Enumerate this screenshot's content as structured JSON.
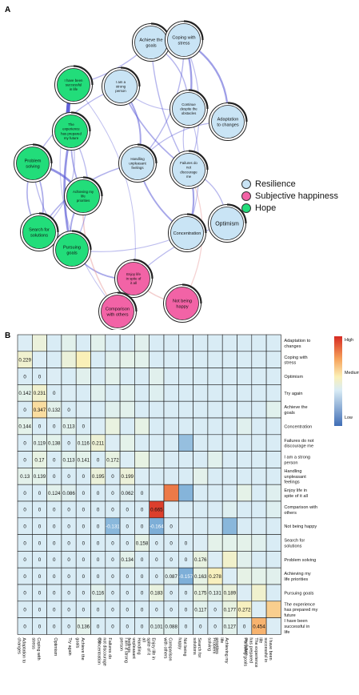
{
  "panels": {
    "a_label": "A",
    "b_label": "B"
  },
  "legend": [
    {
      "label": "Resilience",
      "color": "#c9e4f5"
    },
    {
      "label": "Subjective happiness",
      "color": "#f263a6"
    },
    {
      "label": "Hope",
      "color": "#22dd7a"
    }
  ],
  "nodes": [
    {
      "id": "achieve",
      "label": "Achieve the goals",
      "group": "Resilience"
    },
    {
      "id": "coping",
      "label": "Coping with stress",
      "group": "Resilience"
    },
    {
      "id": "adaptation",
      "label": "Adaptation to changes",
      "group": "Resilience"
    },
    {
      "id": "strong",
      "label": "I am a strong person",
      "group": "Resilience"
    },
    {
      "id": "continue",
      "label": "Continue despite the obstacles",
      "group": "Resilience"
    },
    {
      "id": "handling",
      "label": "Handling unpleasant feelings",
      "group": "Resilience"
    },
    {
      "id": "failures",
      "label": "Failures do not discourage me",
      "group": "Resilience"
    },
    {
      "id": "concentration",
      "label": "Concentration",
      "group": "Resilience"
    },
    {
      "id": "optimism",
      "label": "Optimism",
      "group": "Resilience"
    },
    {
      "id": "successful",
      "label": "I have been successful in life",
      "group": "Hope"
    },
    {
      "id": "experience",
      "label": "The experience has prepared my future",
      "group": "Hope"
    },
    {
      "id": "problem",
      "label": "Problem solving",
      "group": "Hope"
    },
    {
      "id": "priorities",
      "label": "Achieving my life priorities",
      "group": "Hope"
    },
    {
      "id": "search",
      "label": "Search for solutions",
      "group": "Hope"
    },
    {
      "id": "pursuing",
      "label": "Pursuing goals",
      "group": "Hope"
    },
    {
      "id": "enjoy",
      "label": "Enjoy life in spite of it all",
      "group": "Subjective happiness"
    },
    {
      "id": "comparison",
      "label": "Comparison with others",
      "group": "Subjective happiness"
    },
    {
      "id": "nothappy",
      "label": "Not being happy",
      "group": "Subjective happiness"
    }
  ],
  "edges": [
    {
      "from": "successful",
      "to": "experience",
      "weight": 0.454
    },
    {
      "from": "enjoy",
      "to": "comparison",
      "weight": 0.665
    },
    {
      "from": "coping",
      "to": "achieve",
      "weight": 0.347
    },
    {
      "from": "pursuing",
      "to": "experience",
      "weight": 0.272
    },
    {
      "from": "priorities",
      "to": "problem",
      "weight": 0.278
    },
    {
      "from": "coping",
      "to": "adaptation",
      "weight": 0.229
    },
    {
      "from": "continue",
      "to": "coping",
      "weight": 0.231
    },
    {
      "from": "failures",
      "to": "concentration",
      "weight": 0.211
    },
    {
      "from": "handling",
      "to": "strong",
      "weight": 0.199
    },
    {
      "from": "handling",
      "to": "concentration",
      "weight": 0.195
    },
    {
      "from": "pursuing",
      "to": "priorities",
      "weight": 0.189
    },
    {
      "from": "pursuing",
      "to": "enjoy",
      "weight": 0.183
    },
    {
      "from": "priorities",
      "to": "experience",
      "weight": 0.177
    },
    {
      "from": "search",
      "to": "problem",
      "weight": 0.176
    },
    {
      "from": "search",
      "to": "pursuing",
      "weight": 0.175
    },
    {
      "from": "strong",
      "to": "failures",
      "weight": 0.172
    },
    {
      "from": "nothappy",
      "to": "enjoy",
      "weight": -0.164
    },
    {
      "from": "problem",
      "to": "search",
      "weight": 0.163
    },
    {
      "from": "priorities",
      "to": "comparison",
      "weight": -0.157
    },
    {
      "from": "search",
      "to": "handling",
      "weight": 0.158
    },
    {
      "from": "continue",
      "to": "achieve",
      "weight": 0.142
    },
    {
      "from": "failures",
      "to": "achieve",
      "weight": 0.141
    },
    {
      "from": "handling",
      "to": "coping",
      "weight": 0.139
    },
    {
      "from": "failures",
      "to": "optimism",
      "weight": 0.138
    },
    {
      "from": "successful",
      "to": "achieve",
      "weight": 0.136
    },
    {
      "from": "problem",
      "to": "strong",
      "weight": 0.134
    },
    {
      "from": "nothappy",
      "to": "failures",
      "weight": -0.131
    },
    {
      "from": "problem",
      "to": "pursuing",
      "weight": 0.131
    },
    {
      "from": "handling",
      "to": "adaptation",
      "weight": 0.13
    },
    {
      "from": "pursuing",
      "to": "experience",
      "weight": 0.127
    },
    {
      "from": "enjoy",
      "to": "optimism",
      "weight": 0.124
    },
    {
      "from": "failures",
      "to": "coping",
      "weight": 0.119
    },
    {
      "from": "experience",
      "to": "search",
      "weight": 0.117
    },
    {
      "from": "pursuing",
      "to": "concentration",
      "weight": 0.116
    },
    {
      "from": "failures",
      "to": "continue",
      "weight": 0.116
    },
    {
      "from": "strong",
      "to": "continue",
      "weight": 0.113
    },
    {
      "from": "concentration",
      "to": "continue",
      "weight": 0.113
    },
    {
      "from": "successful",
      "to": "enjoy",
      "weight": 0.101
    },
    {
      "from": "successful",
      "to": "comparison",
      "weight": 0.088
    }
  ],
  "heatmap": {
    "legend_high": "High",
    "legend_medium": "Medium",
    "legend_low": "Low",
    "labels": [
      "Adaptation to changes",
      "Coping with stress",
      "Optimism",
      "Try again",
      "Achieve the goals",
      "Concentration",
      "Failures do not discourage me",
      "I am a strong person",
      "Handling unpleasant feelings",
      "Enjoy life in spite of it all",
      "Comparison with others",
      "Not being happy",
      "Search for solutions",
      "Problem solving",
      "Achieving my life priorities",
      "Pursuing goals",
      "The experience has prepared my future",
      "I have been successful in life"
    ],
    "rows": [
      [
        "",
        "",
        "",
        "",
        "",
        "",
        "",
        "",
        "",
        "",
        "",
        "",
        "",
        "",
        "",
        "",
        "",
        ""
      ],
      [
        "0.229",
        "",
        "",
        "",
        "",
        "",
        "",
        "",
        "",
        "",
        "",
        "",
        "",
        "",
        "",
        "",
        "",
        ""
      ],
      [
        "0",
        "0",
        "",
        "",
        "",
        "",
        "",
        "",
        "",
        "",
        "",
        "",
        "",
        "",
        "",
        "",
        "",
        ""
      ],
      [
        "0.142",
        "0.231",
        "0",
        "",
        "",
        "",
        "",
        "",
        "",
        "",
        "",
        "",
        "",
        "",
        "",
        "",
        "",
        ""
      ],
      [
        "0",
        "0.347",
        "0.132",
        "0",
        "",
        "",
        "",
        "",
        "",
        "",
        "",
        "",
        "",
        "",
        "",
        "",
        "",
        ""
      ],
      [
        "0.144",
        "0",
        "0",
        "0.113",
        "0",
        "",
        "",
        "",
        "",
        "",
        "",
        "",
        "",
        "",
        "",
        "",
        "",
        ""
      ],
      [
        "0",
        "0.119",
        "0.138",
        "0",
        "0.116",
        "0.211",
        "",
        "",
        "",
        "",
        "",
        "",
        "",
        "",
        "",
        "",
        "",
        ""
      ],
      [
        "0",
        "0.17",
        "0",
        "0.113",
        "0.141",
        "0",
        "0.172",
        "",
        "",
        "",
        "",
        "",
        "",
        "",
        "",
        "",
        "",
        ""
      ],
      [
        "0.13",
        "0.139",
        "0",
        "0",
        "0",
        "0.195",
        "0",
        "0.199",
        "",
        "",
        "",
        "",
        "",
        "",
        "",
        "",
        "",
        ""
      ],
      [
        "0",
        "0",
        "0.124",
        "0.086",
        "0",
        "0",
        "0",
        "0.062",
        "0",
        "",
        "",
        "",
        "",
        "",
        "",
        "",
        "",
        ""
      ],
      [
        "0",
        "0",
        "0",
        "0",
        "0",
        "0",
        "0",
        "0",
        "0",
        "0.665",
        "",
        "",
        "",
        "",
        "",
        "",
        "",
        ""
      ],
      [
        "0",
        "0",
        "0",
        "0",
        "0",
        "0",
        "-0.131",
        "0",
        "0",
        "-0.164",
        "0",
        "",
        "",
        "",
        "",
        "",
        "",
        ""
      ],
      [
        "0",
        "0",
        "0",
        "0",
        "0",
        "0",
        "0",
        "0",
        "0.158",
        "0",
        "0",
        "0",
        "",
        "",
        "",
        "",
        "",
        ""
      ],
      [
        "0",
        "0",
        "0",
        "0",
        "0",
        "0",
        "0",
        "0.134",
        "0",
        "0",
        "0",
        "0",
        "0.176",
        "",
        "",
        "",
        "",
        ""
      ],
      [
        "0",
        "0",
        "0",
        "0",
        "0",
        "0",
        "0",
        "0",
        "0",
        "0",
        "0.087",
        "-0.157",
        "0.163",
        "0.278",
        "",
        "",
        "",
        ""
      ],
      [
        "0",
        "0",
        "0",
        "0",
        "0",
        "0.116",
        "0",
        "0",
        "0",
        "0.183",
        "0",
        "0",
        "0.175",
        "0.131",
        "0.189",
        "",
        "",
        ""
      ],
      [
        "0",
        "0",
        "0",
        "0",
        "0",
        "0",
        "0",
        "0",
        "0",
        "0",
        "0",
        "0",
        "0.117",
        "0",
        "0.177",
        "0.272",
        "",
        ""
      ],
      [
        "0",
        "0",
        "0",
        "0",
        "0.136",
        "0",
        "0",
        "0",
        "0",
        "0.101",
        "0.088",
        "0",
        "0",
        "0",
        "0.127",
        "0",
        "0.454",
        ""
      ]
    ]
  }
}
